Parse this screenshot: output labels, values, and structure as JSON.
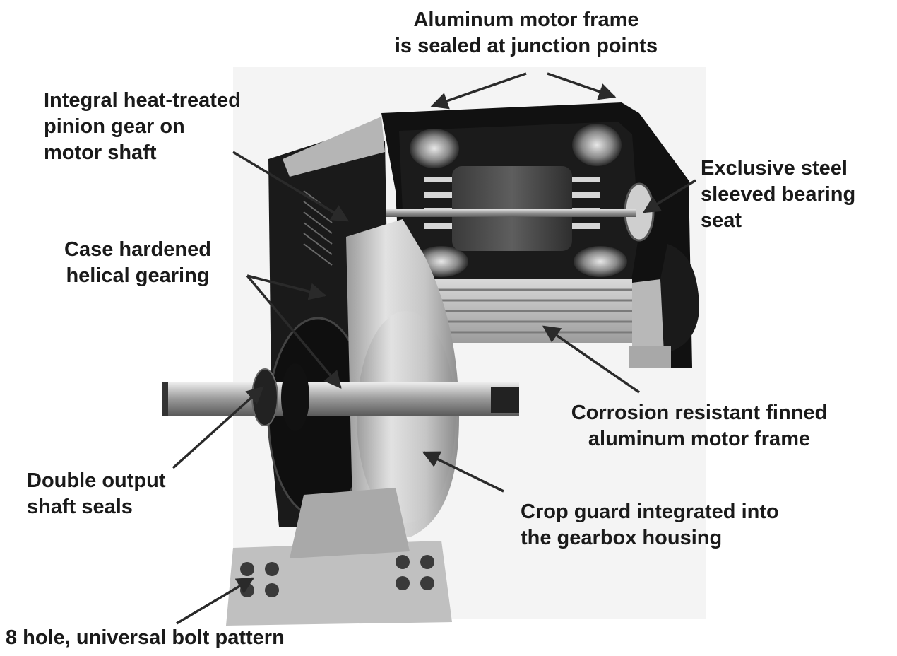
{
  "diagram": {
    "callouts": [
      {
        "id": "aluminum-frame-sealed",
        "lines": [
          "Aluminum motor frame",
          "is sealed at junction points"
        ]
      },
      {
        "id": "pinion-gear",
        "lines": [
          "Integral heat-treated",
          "pinion gear on",
          "motor shaft"
        ]
      },
      {
        "id": "bearing-seat",
        "lines": [
          "Exclusive steel",
          "sleeved bearing",
          "seat"
        ]
      },
      {
        "id": "helical-gearing",
        "lines": [
          "Case hardened",
          "helical gearing"
        ]
      },
      {
        "id": "finned-frame",
        "lines": [
          "Corrosion resistant finned",
          "aluminum motor frame"
        ]
      },
      {
        "id": "shaft-seals",
        "lines": [
          "Double output",
          "shaft seals"
        ]
      },
      {
        "id": "crop-guard",
        "lines": [
          "Crop guard integrated into",
          "the gearbox housing"
        ]
      },
      {
        "id": "bolt-pattern",
        "lines": [
          "8 hole, universal bolt pattern"
        ]
      }
    ],
    "colors": {
      "text": "#1a1a1a",
      "leader": "#2a2a2a",
      "housing": "#c9c9c9",
      "dark_gear": "#111111",
      "copper": "#8a8a8a"
    }
  }
}
